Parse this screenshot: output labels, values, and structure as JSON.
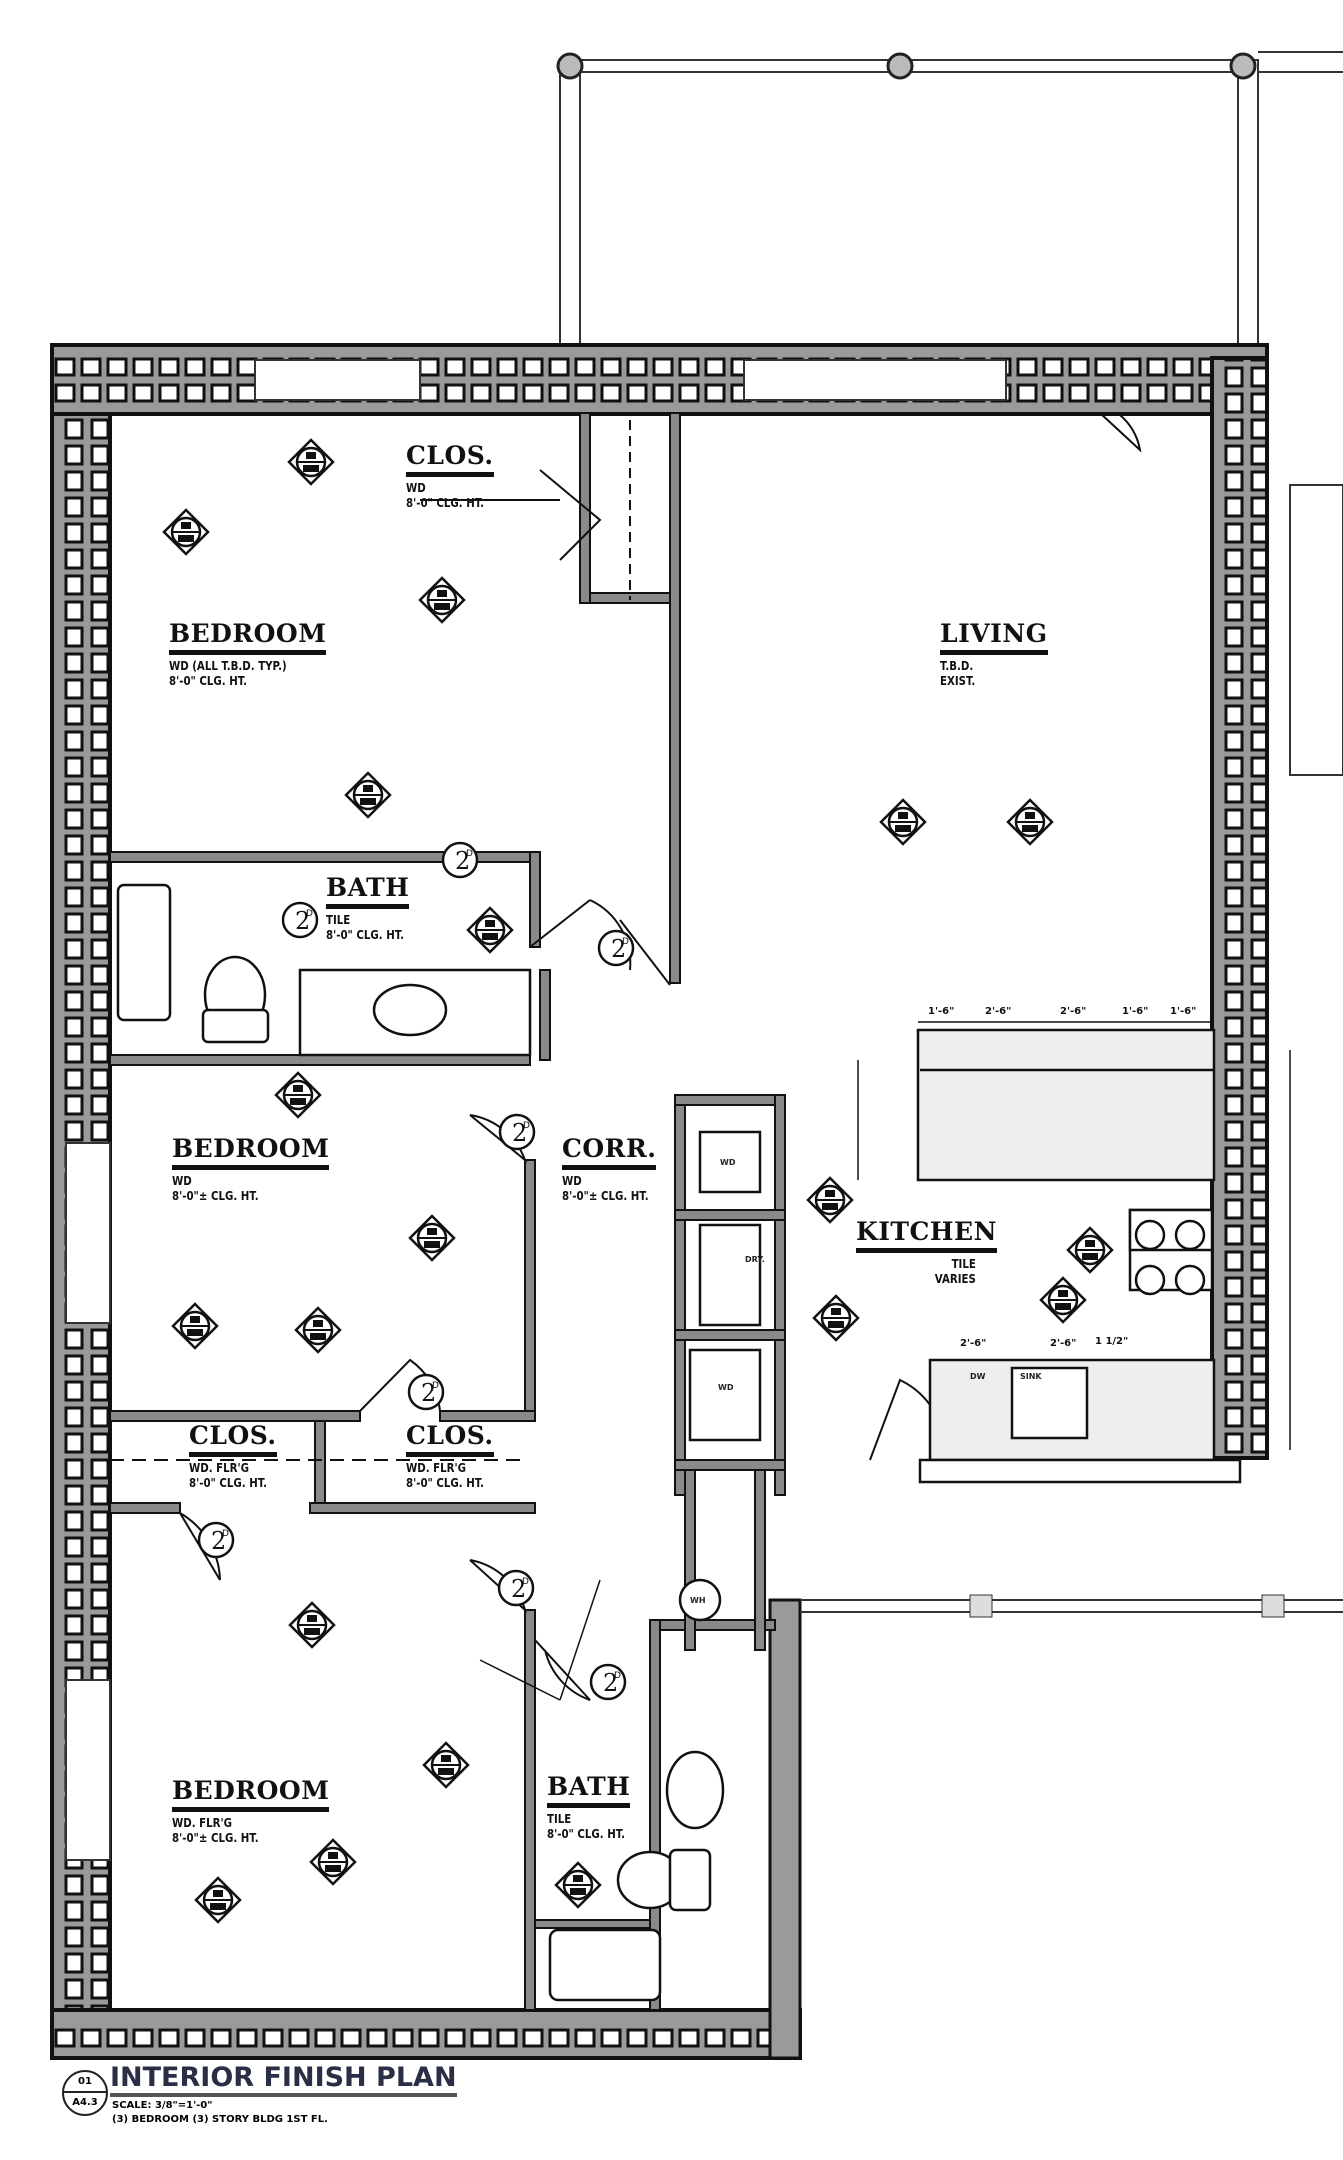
{
  "plan": {
    "title": "INTERIOR FINISH PLAN",
    "detail_number": "01",
    "sheet_number": "A4.3",
    "scale": "SCALE: 3/8\"=1'-0\"",
    "description": "(3) BEDROOM (3) STORY BLDG 1ST FL."
  },
  "rooms": {
    "closet_1": {
      "name": "CLOS.",
      "finish": "WD",
      "ceiling": "8'-0\" CLG. HT."
    },
    "bedroom_1": {
      "name": "BEDROOM",
      "finish": "WD (ALL T.B.D. TYP.)",
      "ceiling": "8'-0\" CLG. HT."
    },
    "living": {
      "name": "LIVING",
      "finish": "T.B.D.",
      "ceiling": "EXIST."
    },
    "bath_1": {
      "name": "BATH",
      "finish": "TILE",
      "ceiling": "8'-0\" CLG. HT."
    },
    "bedroom_2": {
      "name": "BEDROOM",
      "finish": "WD",
      "ceiling": "8'-0\"± CLG. HT."
    },
    "corridor": {
      "name": "CORR.",
      "finish": "WD",
      "ceiling": "8'-0\"± CLG. HT."
    },
    "kitchen": {
      "name": "KITCHEN",
      "finish": "TILE",
      "ceiling": "VARIES"
    },
    "closet_2": {
      "name": "CLOS.",
      "finish": "WD. FLR'G",
      "ceiling": "8'-0\" CLG. HT."
    },
    "closet_3": {
      "name": "CLOS.",
      "finish": "WD. FLR'G",
      "ceiling": "8'-0\" CLG. HT."
    },
    "bedroom_3": {
      "name": "BEDROOM",
      "finish": "WD. FLR'G",
      "ceiling": "8'-0\"± CLG. HT."
    },
    "bath_2": {
      "name": "BATH",
      "finish": "TILE",
      "ceiling": "8'-0\" CLG. HT."
    }
  },
  "fixtures": {
    "washer": "WD",
    "dryer": "DRY.",
    "wh": "WH",
    "dishwasher": "DW",
    "sink": "SINK"
  },
  "kitchen_dims": [
    "1'-6\"",
    "2'-6\"",
    "2'-6\"",
    "1'-6\"",
    "1'-6\"",
    "2'-6\"",
    "2'-6\"",
    "1 1/2\""
  ],
  "door_tags": [
    "2",
    "2",
    "2",
    "2",
    "2",
    "2",
    "2",
    "2"
  ]
}
